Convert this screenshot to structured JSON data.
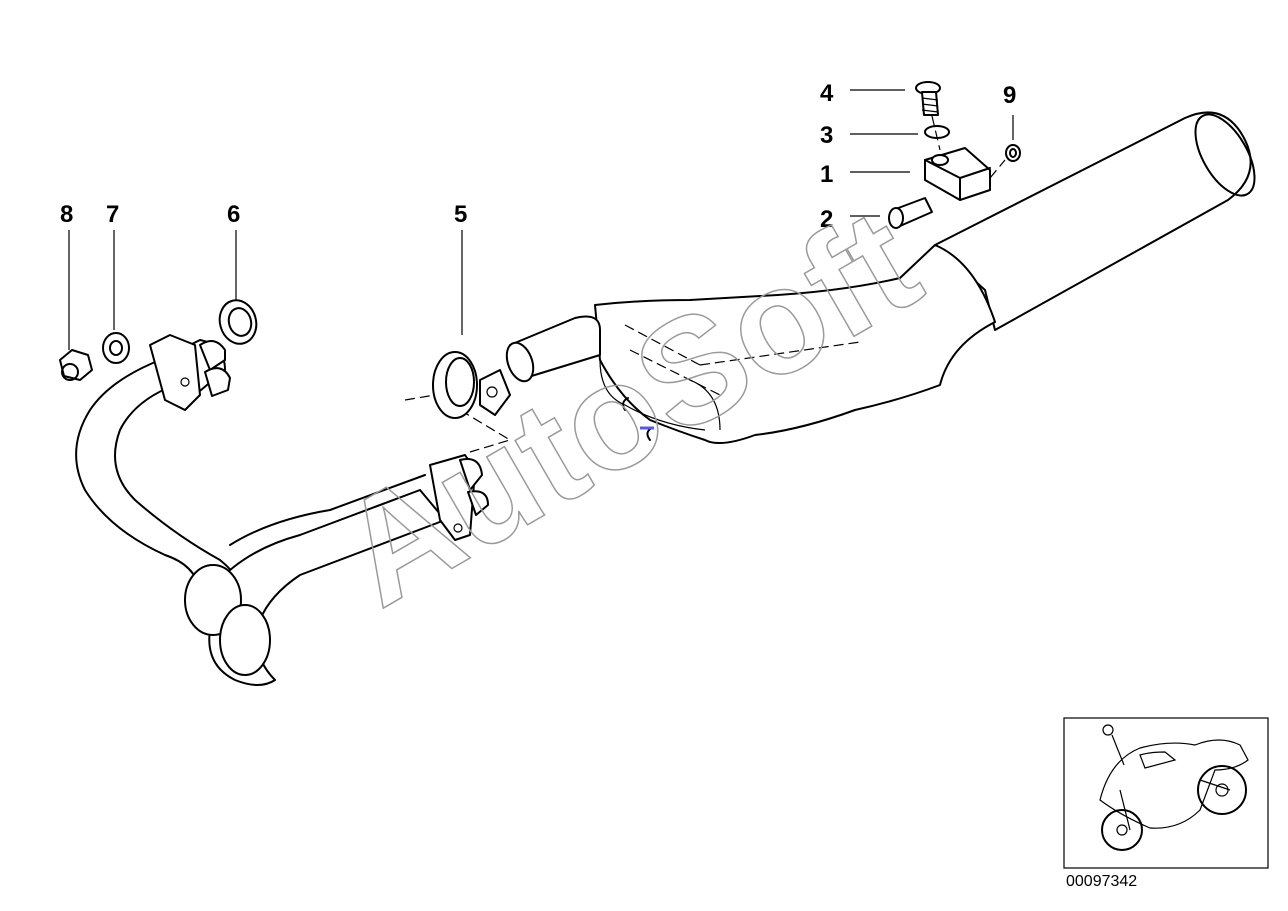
{
  "callouts": {
    "c1": "1",
    "c2": "2",
    "c3": "3",
    "c4": "4",
    "c5": "5",
    "c6": "6",
    "c7": "7",
    "c8": "8",
    "c9": "9"
  },
  "watermark": "AutoSoft",
  "reference_code": "00097342",
  "icons": [
    "exhaust-assembly-drawing",
    "motorcycle-locator-icon"
  ]
}
